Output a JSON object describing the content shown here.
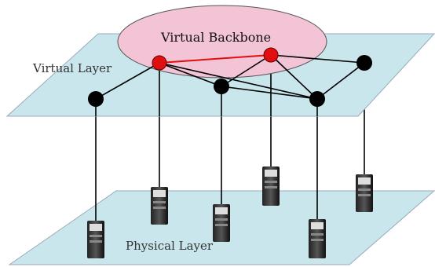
{
  "labels": {
    "backbone": "Virtual Backbone",
    "virtual_layer": "Virtual Layer",
    "physical_layer": "Physical Layer"
  },
  "colors": {
    "plane_fill": "#c9e6ec",
    "backbone_fill": "#f2c4d6",
    "backbone_node": "#e01010",
    "node": "#000000",
    "backbone_link": "#e01010",
    "link": "#000000"
  }
}
